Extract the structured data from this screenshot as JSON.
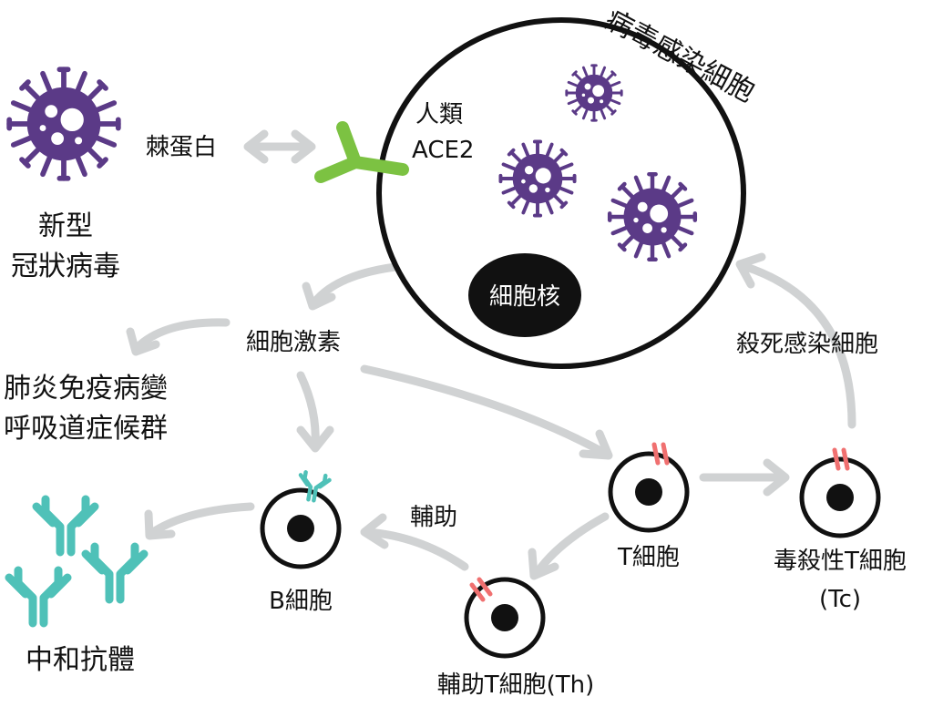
{
  "labels": {
    "infected_cell": "病毒感染細胞",
    "human_ace2_line1": "人類",
    "human_ace2_line2": "ACE2",
    "spike_protein": "棘蛋白",
    "covid_line1": "新型",
    "covid_line2": "冠狀病毒",
    "nucleus": "細胞核",
    "cytokines": "細胞激素",
    "lung_line1": "肺炎免疫病變",
    "lung_line2": "呼吸道症候群",
    "kill_infected": "殺死感染細胞",
    "t_cell": "T細胞",
    "tc_line1": "毒殺性T細胞",
    "tc_line2": "(Tc)",
    "helper": "輔助",
    "b_cell": "B細胞",
    "th_cell": "輔助T細胞(Th)",
    "antibody": "中和抗體"
  },
  "colors": {
    "virus": "#5b3a87",
    "ace2": "#7cc242",
    "antibody": "#4fc1b8",
    "receptor": "#f07070",
    "arrow": "#d0d2d3",
    "outline": "#111111"
  }
}
